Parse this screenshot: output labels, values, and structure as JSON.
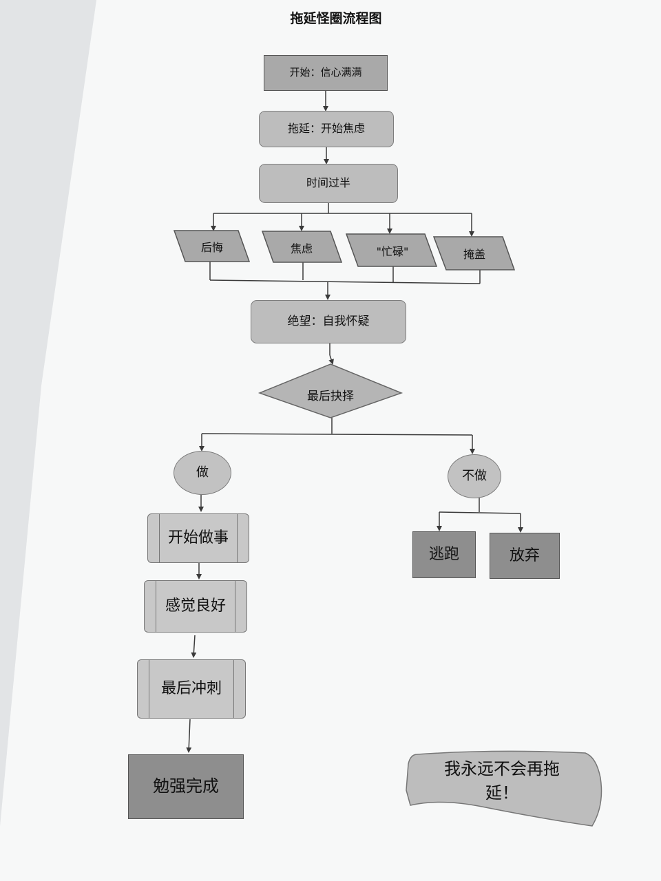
{
  "title": "拖延怪圈流程图",
  "nodes": {
    "start": "开始：信心满满",
    "procrastinate": "拖延：开始焦虑",
    "half_time": "时间过半",
    "regret": "后悔",
    "anxiety": "焦虑",
    "busy": "\"忙碌\"",
    "cover_up": "掩盖",
    "despair": "绝望：自我怀疑",
    "final_choice": "最后抉择",
    "do": "做",
    "not_do": "不做",
    "start_work": "开始做事",
    "feel_good": "感觉良好",
    "final_sprint": "最后冲刺",
    "barely_done": "勉强完成",
    "escape": "逃跑",
    "give_up": "放弃",
    "never_again": "我永远不会再拖延！"
  },
  "colors": {
    "paper": "#f7f8f8",
    "box_fill": "#bdbdbd",
    "dark_fill": "#8e8e8e",
    "line": "#3a3a3a"
  }
}
